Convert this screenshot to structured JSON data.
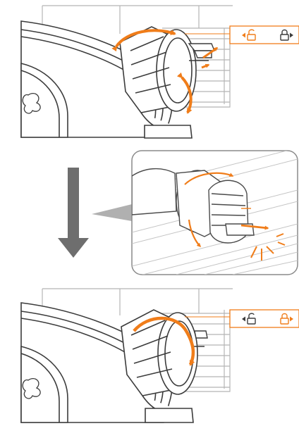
{
  "colors": {
    "accent": "#f07d1a",
    "line": "#3c3c3c",
    "light_line": "#b5b5b5",
    "arrow_gray": "#6e6e6e"
  },
  "icons": {
    "unlock": "unlock-icon",
    "lock": "lock-icon",
    "left_marker": "triangle-left-icon",
    "right_marker": "triangle-right-icon",
    "step_down": "arrow-down-icon",
    "rotate_clockwise": "rotate-clockwise-arrow-icon",
    "clip_spread": "clip-spread-arrow-icon"
  },
  "panels": {
    "top": {
      "lock_state": "unlocked",
      "highlight": "unlock-icon"
    },
    "middle": {
      "detail": "zoomed-clip-detail"
    },
    "bottom": {
      "lock_state": "locked",
      "highlight": "lock-icon"
    }
  }
}
